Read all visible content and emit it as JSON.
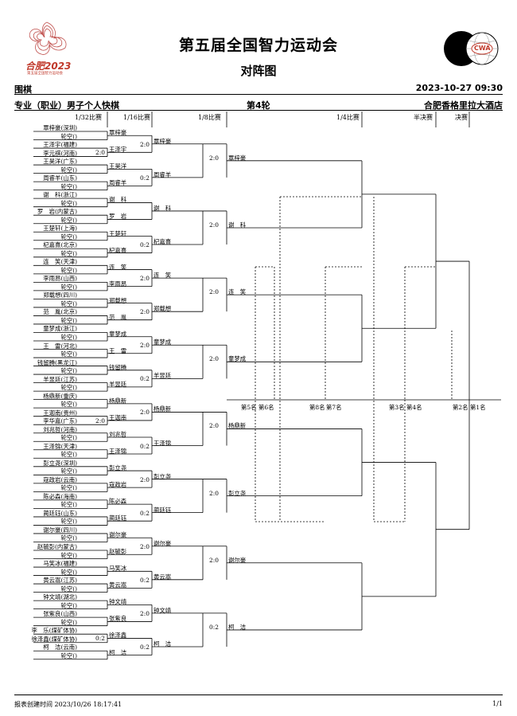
{
  "header": {
    "title": "第五届全国智力运动会",
    "subtitle": "对阵图",
    "sport": "围棋",
    "datetime": "2023-10-27 09:30",
    "event": "专业（职业）男子个人快棋",
    "round": "第4轮",
    "venue": "合肥香格里拉大酒店"
  },
  "logos": {
    "left_text": "合肥2023",
    "left_sub": "第五届全国智力运动会",
    "right_text": "CWA"
  },
  "columns": [
    "1/32比赛",
    "1/16比赛",
    "1/8比赛",
    "1/4比赛",
    "半决赛",
    "决赛"
  ],
  "players": [
    "覃梓豪(深圳)",
    "轮空()",
    "王泽宇(福建)",
    "李元祺(河南)",
    "王昊洋(广东)",
    "轮空()",
    "周睿羊(山东)",
    "轮空()",
    "谢　科(浙江)",
    "轮空()",
    "罗　岩(内蒙古)",
    "轮空()",
    "王楚轩(上海)",
    "轮空()",
    "杞嘉熹(北京)",
    "轮空()",
    "连　笑(天津)",
    "轮空()",
    "李雨昂(山西)",
    "轮空()",
    "郑载想(四川)",
    "轮空()",
    "范　胤(北京)",
    "轮空()",
    "童梦成(浙江)",
    "轮空()",
    "王　雷(河北)",
    "轮空()",
    "钱留腾(黑龙江)",
    "轮空()",
    "羊昱廷(江苏)",
    "轮空()",
    "杨鼎新(重庆)",
    "轮空()",
    "王迦南(贵州)",
    "李华嘉(广东)",
    "刘兆哲(河南)",
    "轮空()",
    "王泽锦(天津)",
    "轮空()",
    "彭立尧(深圳)",
    "轮空()",
    "寇政岩(云南)",
    "轮空()",
    "陈必森(海南)",
    "轮空()",
    "蔺廷钰(山东)",
    "轮空()",
    "谢尔豪(四川)",
    "轮空()",
    "赵毓彭(内蒙古)",
    "轮空()",
    "马笑冰(福建)",
    "轮空()",
    "黄云嵩(江苏)",
    "轮空()",
    "钟文靖(湖北)",
    "轮空()",
    "张紫良(山西)",
    "轮空()",
    "李　乐(煤矿体协)",
    "徐泽鑫(煤矿体协)",
    "柯　洁(云南)",
    "轮空()"
  ],
  "r16_winners": [
    "覃梓豪",
    "王泽宇",
    "王昊洋",
    "周睿羊",
    "谢　科",
    "罗　岩",
    "王楚轩",
    "杞嘉熹",
    "连　笑",
    "李雨昂",
    "郑载想",
    "范　胤",
    "童梦成",
    "王　雷",
    "钱留腾",
    "羊昱廷",
    "杨鼎新",
    "王迦南",
    "刘兆哲",
    "王泽锦",
    "彭立尧",
    "寇政岩",
    "陈必森",
    "蔺廷钰",
    "谢尔豪",
    "赵毓彭",
    "马笑冰",
    "黄云嵩",
    "钟文靖",
    "张紫良",
    "徐泽鑫",
    "柯　洁"
  ],
  "r32_scores": [
    "",
    "2:0",
    "",
    "",
    "",
    "",
    "",
    "",
    "",
    "",
    "",
    "",
    "",
    "",
    "",
    "",
    "",
    "2:0",
    "",
    "",
    "",
    "",
    "",
    "",
    "",
    "",
    "",
    "",
    "",
    "",
    "0:2",
    ""
  ],
  "r8_winners": [
    "覃梓豪",
    "周睿羊",
    "谢　科",
    "杞嘉熹",
    "连　笑",
    "郑载想",
    "童梦成",
    "羊昱廷",
    "杨鼎新",
    "王泽锦",
    "彭立尧",
    "蔺廷钰",
    "谢尔豪",
    "黄云嵩",
    "钟文靖",
    "柯　洁"
  ],
  "r16_scores": [
    "2:0",
    "0:2",
    "",
    "0:2",
    "2:0",
    "2:0",
    "2:0",
    "0:2",
    "2:0",
    "0:2",
    "2:0",
    "0:2",
    "2:0",
    "0:2",
    "2:0",
    "0:2"
  ],
  "qf_players": [
    "覃梓豪",
    "谢　科",
    "连　笑",
    "童梦成",
    "杨鼎新",
    "彭立尧",
    "谢尔豪",
    "柯　洁"
  ],
  "r8_scores": [
    "2:0",
    "2:0",
    "2:0",
    "2:0",
    "2:0",
    "2:0",
    "2:0",
    "0:2"
  ],
  "placements": [
    "第5名",
    "第6名",
    "第8名",
    "第7名",
    "第3名",
    "第4名",
    "第2名",
    "第1名"
  ],
  "footer": {
    "created": "报表创建时间 2023/10/26 18:17:41",
    "page": "1/1"
  }
}
